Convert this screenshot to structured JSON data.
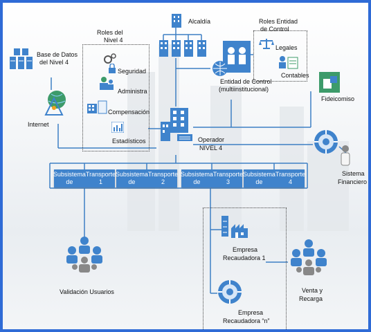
{
  "diagram": {
    "alcaldia": "Alcaldía",
    "base_datos": [
      "Base de Datos",
      "del Nivel 4"
    ],
    "roles_nivel4": {
      "title": [
        "Roles del",
        "Nivel 4"
      ],
      "items": [
        "Seguridad",
        "Administra",
        "Compensación",
        "Estadísticos"
      ]
    },
    "roles_entidad": {
      "title": [
        "Roles Entidad",
        "de Control"
      ],
      "items": [
        "Legales",
        "Contables"
      ]
    },
    "entidad_control": [
      "Entidad de Control",
      "(multiinstitucional)"
    ],
    "fideicomiso": "Fideicomiso",
    "internet": "Internet",
    "operador": [
      "Operador",
      "NIVEL 4"
    ],
    "sistema_financiero": [
      "Sistema",
      "Financiero"
    ],
    "subsistemas": [
      [
        "Subsistema de",
        "Transporte 1"
      ],
      [
        "Subsistema de",
        "Transporte 2"
      ],
      [
        "Subsistema de",
        "Transporte 3"
      ],
      [
        "Subsistema de",
        "Transporte 4"
      ]
    ],
    "empresa_1": [
      "Empresa",
      "Recaudadora 1"
    ],
    "empresa_n": [
      "Empresa",
      "Recaudadora “n”"
    ],
    "validacion": "Validación Usuarios",
    "venta_recarga": [
      "Venta y",
      "Recarga"
    ]
  },
  "colors": {
    "accent": "#3f83cc",
    "frame": "#2f6bd6",
    "line": "#3d7fc4"
  }
}
